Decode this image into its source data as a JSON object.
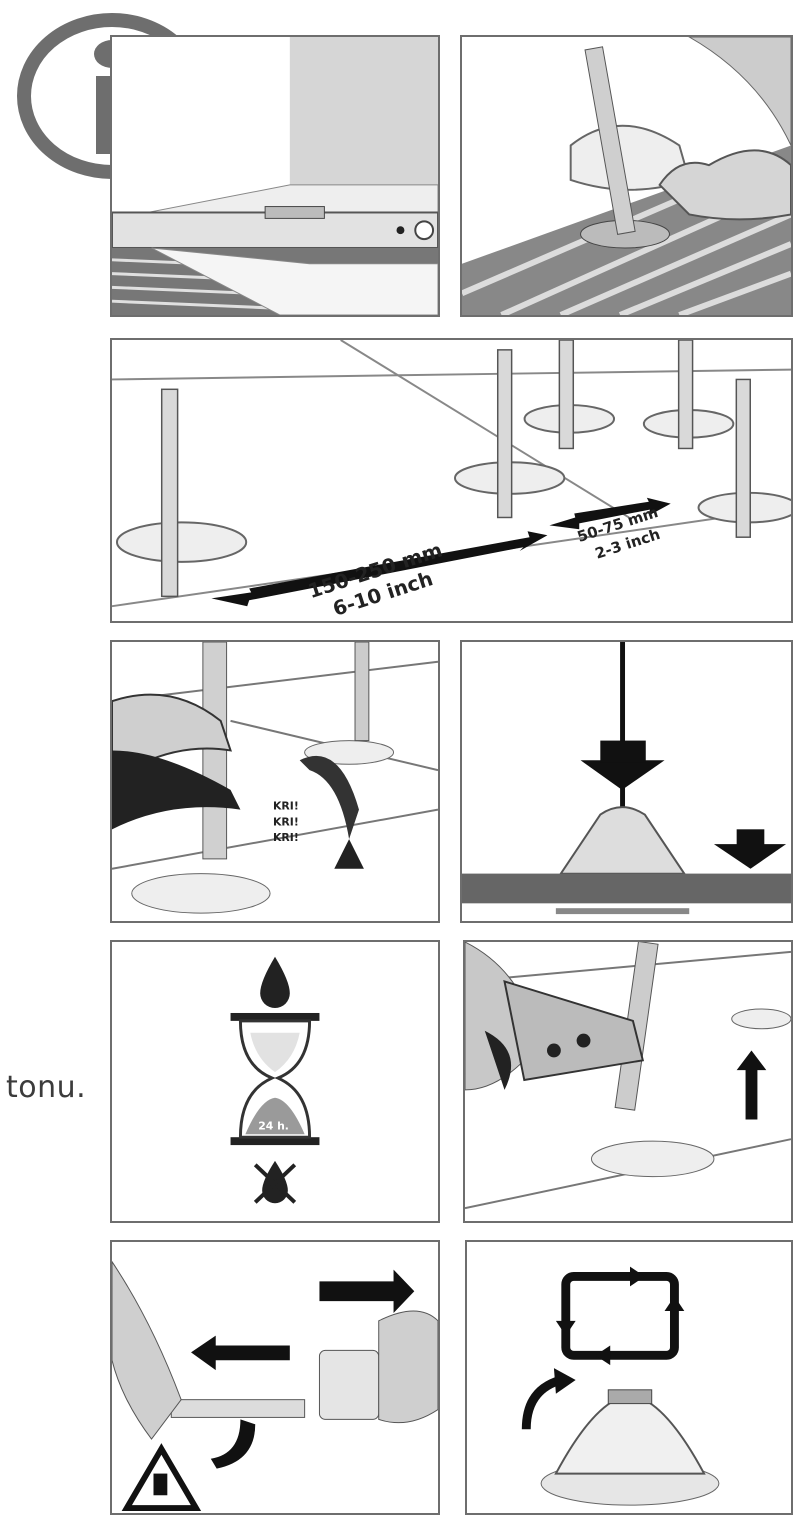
{
  "side_text": "tonu.",
  "panel3": {
    "measure_large_mm": "150-250 mm",
    "measure_large_inch": "6-10 inch",
    "measure_small_mm": "50-75 mm",
    "measure_small_inch": "2-3 inch"
  },
  "panel4": {
    "sound_lines": [
      "KRI!",
      "KRI!",
      "KRI!"
    ]
  },
  "panel6": {
    "cure_time": "24 h."
  },
  "icons": {
    "info": "info-icon",
    "hourglass": "hourglass-icon",
    "water_drop": "water-drop-icon",
    "no_water": "no-water-icon",
    "recycle": "recycle-icon",
    "cycle_arrows": "cycle-arrows-icon"
  },
  "colors": {
    "frame": "#6e6e6e",
    "dark": "#1a1a1a",
    "grey": "#9a9a9a"
  }
}
